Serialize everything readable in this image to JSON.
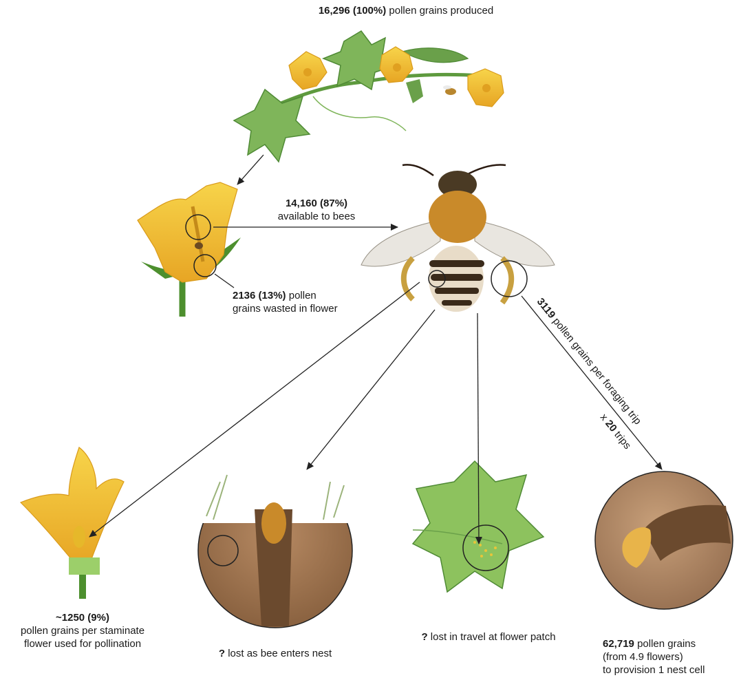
{
  "top": {
    "bold": "16,296 (100%)",
    "text": "pollen grains produced"
  },
  "available": {
    "bold": "14,160 (87%)",
    "text": "available to bees"
  },
  "wasted": {
    "bold": "2136 (13%)",
    "text1": "pollen",
    "text2": "grains wasted in flower"
  },
  "foraging": {
    "bold": "3119",
    "text": "pollen grains per foraging trip",
    "mult_prefix": "x",
    "mult_bold": "20",
    "mult_text": "trips"
  },
  "pollination": {
    "bold": "~1250 (9%)",
    "line2": "pollen grains per staminate",
    "line3": "flower used for pollination"
  },
  "nest_loss": {
    "bold": "?",
    "text": "lost as bee enters nest"
  },
  "travel_loss": {
    "bold": "?",
    "text": "lost in travel at flower patch"
  },
  "provision": {
    "bold": "62,719",
    "text": "pollen grains",
    "line2": "(from 4.9  flowers)",
    "line3": "to provision 1 nest cell"
  },
  "colors": {
    "leaf": "#7fb55a",
    "leaf_dark": "#4f8a35",
    "petal": "#f2c230",
    "petal_dark": "#d99a1a",
    "soil": "#8a5a38",
    "bee_orange": "#c98a2a",
    "bee_dark": "#3a2a1a"
  },
  "icons": [
    "cucumber-vine-icon",
    "bee-icon",
    "flower-icon",
    "nest-icon",
    "leaf-icon",
    "nest-cell-icon"
  ]
}
